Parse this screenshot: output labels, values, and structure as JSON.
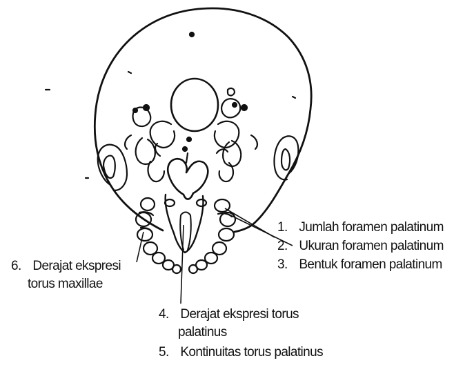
{
  "figure": {
    "labels": [
      {
        "num": "1.",
        "text": "Jumlah foramen palatinum"
      },
      {
        "num": "2.",
        "text": "Ukuran foramen palatinum"
      },
      {
        "num": "3.",
        "text": "Bentuk foramen palatinum"
      },
      {
        "num": "4.",
        "text": "Derajat ekspresi torus",
        "text2": "palatinus"
      },
      {
        "num": "5.",
        "text": "Kontinuitas torus palatinus"
      },
      {
        "num": "6.",
        "text": "Derajat ekspresi",
        "text2": "torus maxillae"
      }
    ]
  },
  "colors": {
    "ink": "#111111",
    "background": "#ffffff"
  }
}
